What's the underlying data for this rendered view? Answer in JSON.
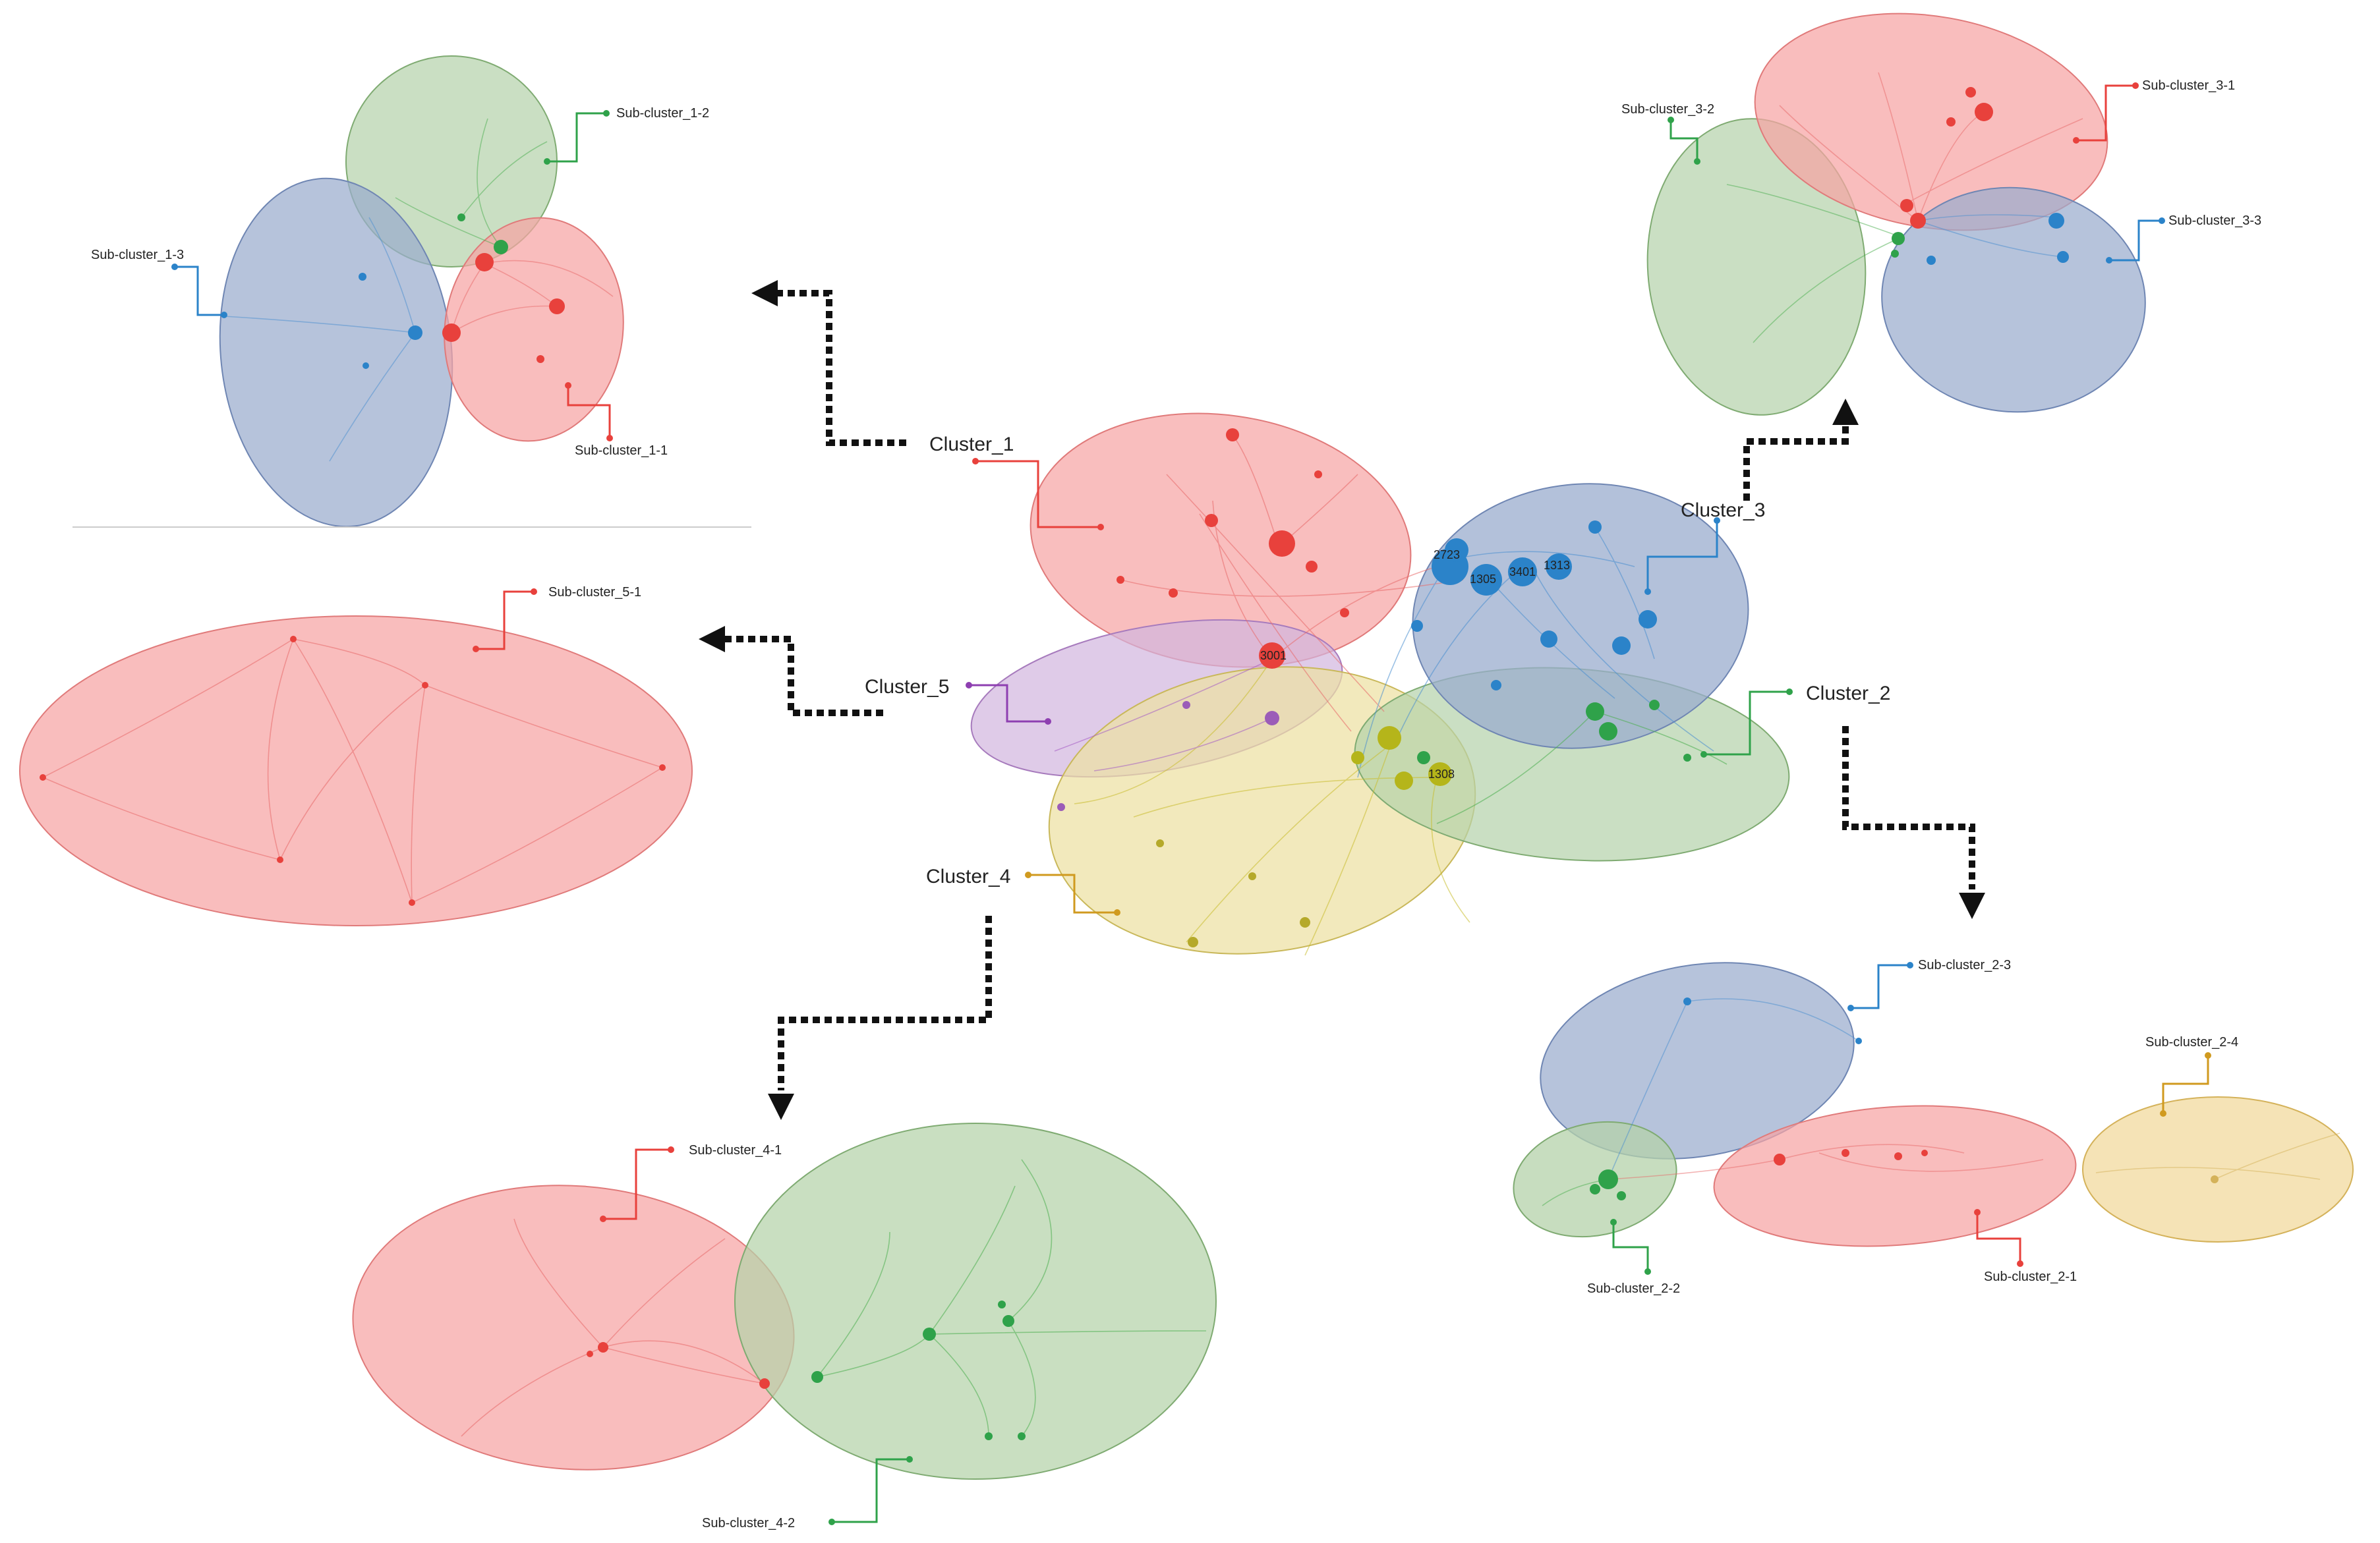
{
  "colors": {
    "red": "#e8413c",
    "green": "#2fa24a",
    "blue": "#2b83c9",
    "gold": "#d09a1f",
    "purple": "#8e3fb1",
    "yellow": "#c8bd2e",
    "ellipse_red": "#f7a3a3",
    "ellipse_green": "#b4d2a9",
    "ellipse_blue": "#9aaccd",
    "ellipse_yellow": "#ede0a2",
    "ellipse_purple": "#d2b5de",
    "ellipse_gold": "#f3dca4"
  },
  "clusters": [
    {
      "id": "c1",
      "label": "Cluster_1",
      "color": "red"
    },
    {
      "id": "c2",
      "label": "Cluster_2",
      "color": "green"
    },
    {
      "id": "c3",
      "label": "Cluster_3",
      "color": "blue"
    },
    {
      "id": "c4",
      "label": "Cluster_4",
      "color": "gold"
    },
    {
      "id": "c5",
      "label": "Cluster_5",
      "color": "purple"
    }
  ],
  "subclusters": [
    {
      "id": "s1-1",
      "label": "Sub-cluster_1-1",
      "color": "red"
    },
    {
      "id": "s1-2",
      "label": "Sub-cluster_1-2",
      "color": "green"
    },
    {
      "id": "s1-3",
      "label": "Sub-cluster_1-3",
      "color": "blue"
    },
    {
      "id": "s2-1",
      "label": "Sub-cluster_2-1",
      "color": "red"
    },
    {
      "id": "s2-2",
      "label": "Sub-cluster_2-2",
      "color": "green"
    },
    {
      "id": "s2-3",
      "label": "Sub-cluster_2-3",
      "color": "blue"
    },
    {
      "id": "s2-4",
      "label": "Sub-cluster_2-4",
      "color": "gold"
    },
    {
      "id": "s3-1",
      "label": "Sub-cluster_3-1",
      "color": "red"
    },
    {
      "id": "s3-2",
      "label": "Sub-cluster_3-2",
      "color": "green"
    },
    {
      "id": "s3-3",
      "label": "Sub-cluster_3-3",
      "color": "blue"
    },
    {
      "id": "s4-1",
      "label": "Sub-cluster_4-1",
      "color": "red"
    },
    {
      "id": "s4-2",
      "label": "Sub-cluster_4-2",
      "color": "green"
    },
    {
      "id": "s5-1",
      "label": "Sub-cluster_5-1",
      "color": "red"
    }
  ],
  "node_labels": [
    "2723",
    "1313",
    "1305",
    "3401",
    "3001",
    "1308"
  ]
}
